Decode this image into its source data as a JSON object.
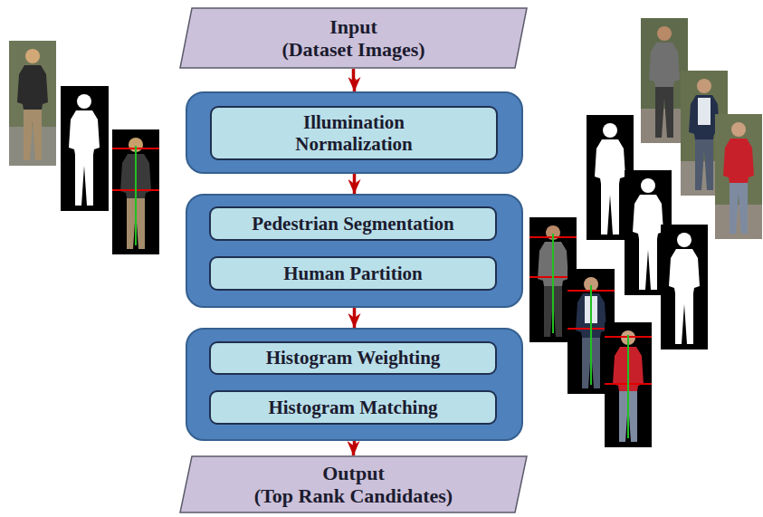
{
  "diagram": {
    "nodes": [
      {
        "text": [
          "Input",
          "(Dataset Images)"
        ]
      },
      {
        "text": []
      },
      {
        "text": [
          "Illumination Normalization"
        ],
        "in": 1
      },
      {
        "text": []
      },
      {
        "text": [
          "Pedestrian Segmentation"
        ],
        "in": 3
      },
      {
        "text": [
          "Human Partition"
        ],
        "in": 3
      },
      {
        "text": []
      },
      {
        "text": [
          "Histogram Weighting"
        ],
        "in": 6
      },
      {
        "text": [
          "Histogram Matching"
        ],
        "in": 6
      },
      {
        "text": [
          "Output",
          "(Top Rank Candidates)"
        ]
      }
    ],
    "edges": [
      {
        "from": 0,
        "to": 1,
        "arrow": "to"
      },
      {
        "from": 1,
        "to": 3,
        "arrow": "to"
      },
      {
        "from": 3,
        "to": 6,
        "arrow": "to"
      },
      {
        "from": 6,
        "to": 9,
        "arrow": "to"
      }
    ]
  }
}
